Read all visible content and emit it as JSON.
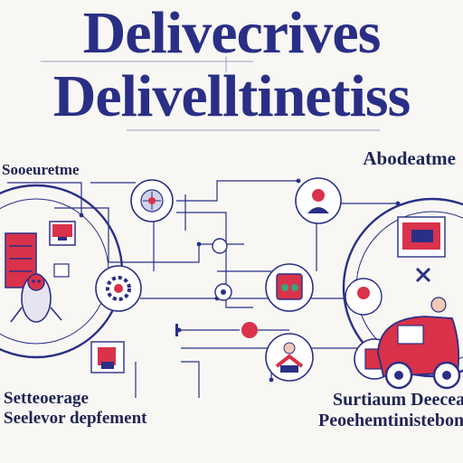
{
  "title_line_1": "Delivecrives",
  "title_line_2": "Delivelltinetiss",
  "labels": {
    "top_left": "Sooeuretme",
    "top_right": "Abodeatme",
    "bottom_left_1": "Setteoerage",
    "bottom_left_2": "Seelevor depfement",
    "bottom_right_1": "Surtiaum Deeceane",
    "bottom_right_2": "Peoehemtinistebon"
  },
  "colors": {
    "ink": "#2a2f86",
    "accent": "#d9324a",
    "muted": "#9aa0c4"
  },
  "icons": [
    "robot-icon",
    "globe-icon",
    "server-icon",
    "person-icon",
    "gear-icon",
    "chip-icon",
    "device-icon",
    "package-icon",
    "person-icon",
    "delivery-van-icon"
  ]
}
